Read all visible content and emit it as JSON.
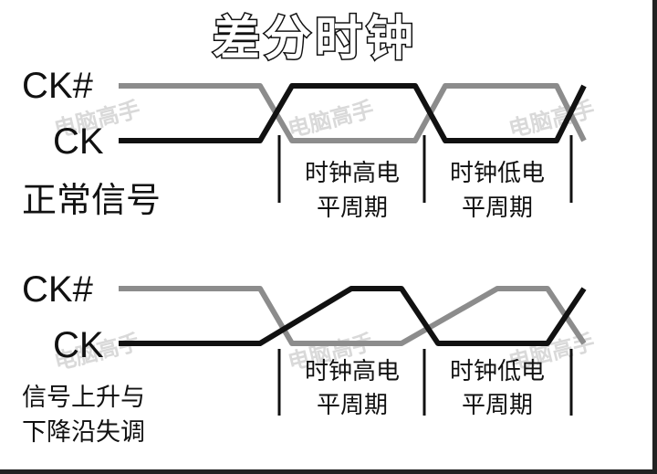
{
  "title": "差分时钟",
  "watermark": "电脑高手",
  "colors": {
    "ck": "#111111",
    "ck_hash": "#8c8c8c",
    "marker": "#111111"
  },
  "panel_normal": {
    "ck_hash_label": "CK#",
    "ck_label": "CK",
    "caption": "正常信号",
    "high_period": {
      "line1": "时钟高电",
      "line2": "平周期"
    },
    "low_period": {
      "line1": "时钟低电",
      "line2": "平周期"
    }
  },
  "panel_skew": {
    "ck_hash_label": "CK#",
    "ck_label": "CK",
    "caption": {
      "line1": "信号上升与",
      "line2": "下降沿失调"
    },
    "high_period": {
      "line1": "时钟高电",
      "line2": "平周期"
    },
    "low_period": {
      "line1": "时钟低电",
      "line2": "平周期"
    }
  }
}
